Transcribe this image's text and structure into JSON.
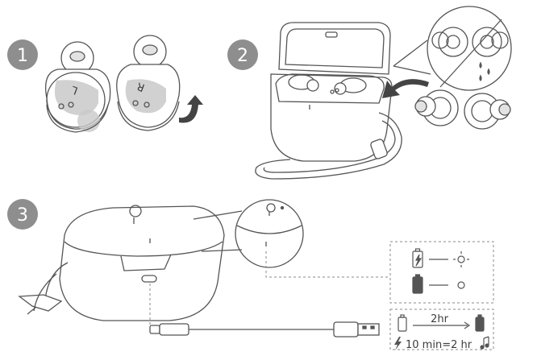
{
  "steps": [
    {
      "number": "1"
    },
    {
      "number": "2"
    },
    {
      "number": "3"
    }
  ],
  "earbuds": {
    "left_mark": "L",
    "right_mark": "R"
  },
  "led_panel": {
    "charging_state": "charging",
    "full_state": "full"
  },
  "charge_panel": {
    "duration": "2hr",
    "quick_charge": "10 min=2 hr"
  },
  "colors": {
    "step_badge": "#8e8e8e",
    "line": "#555555",
    "highlight": "#c9c9c9",
    "dash": "#8a8a8a"
  },
  "icons": {
    "bolt": "lightning-bolt-icon",
    "music": "music-note-icon",
    "logo": "soundcore-logo-icon"
  }
}
